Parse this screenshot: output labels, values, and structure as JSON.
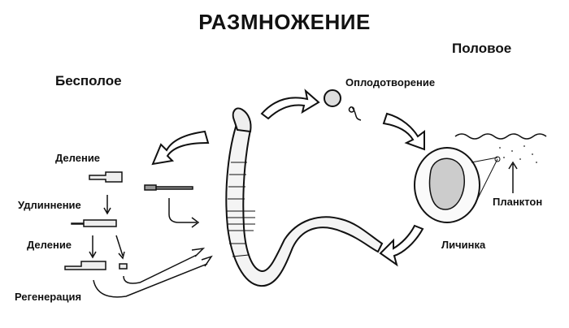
{
  "title": "РАЗМНОЖЕНИЕ",
  "sexual": {
    "label": "Половое",
    "fertilization": "Оплодотворение",
    "plankton": "Планктон",
    "larva": "Личинка"
  },
  "asexual": {
    "label": "Бесполое",
    "division1": "Деление",
    "elongation": "Удлиннение",
    "division2": "Деление",
    "regeneration": "Регенерация"
  }
}
